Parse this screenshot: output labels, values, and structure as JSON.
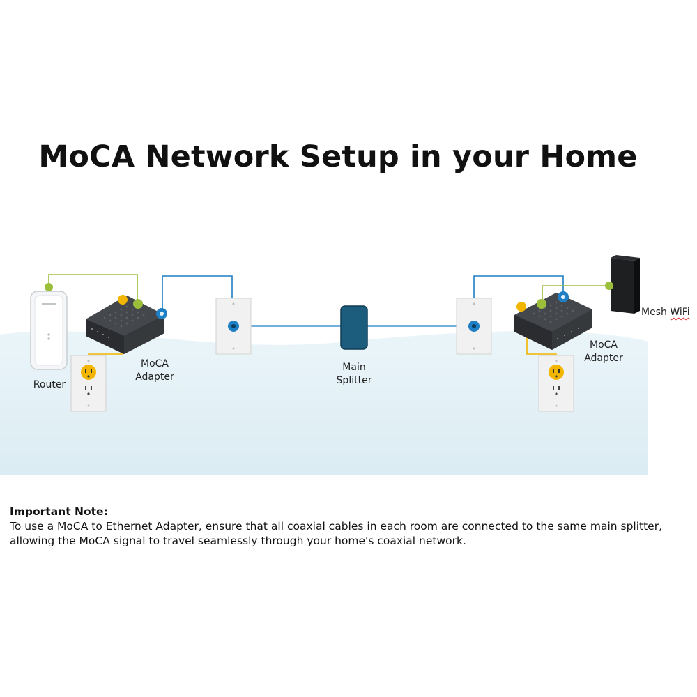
{
  "title": "MoCA Network Setup in your Home",
  "labels": {
    "router": "Router",
    "moca_left_line1": "MoCA",
    "moca_left_line2": "Adapter",
    "splitter_line1": "Main",
    "splitter_line2": "Splitter",
    "moca_right_line1": "MoCA",
    "moca_right_line2": "Adapter",
    "mesh_prefix": "Mesh ",
    "mesh_word": "WiFi"
  },
  "note": {
    "heading": "Important Note:",
    "body": "To use a MoCA to Ethernet Adapter, ensure that all coaxial cables in each room are connected to the same main splitter, allowing the MoCA signal to travel seamlessly through your home's coaxial network."
  },
  "colors": {
    "ethernet_cable": "#9bbf3a",
    "coax_cable": "#1e7fc4",
    "power_cable": "#f2b600",
    "splitter": "#1c5d7e",
    "adapter": "#3b3d40",
    "floor": "#e4f1f6"
  }
}
